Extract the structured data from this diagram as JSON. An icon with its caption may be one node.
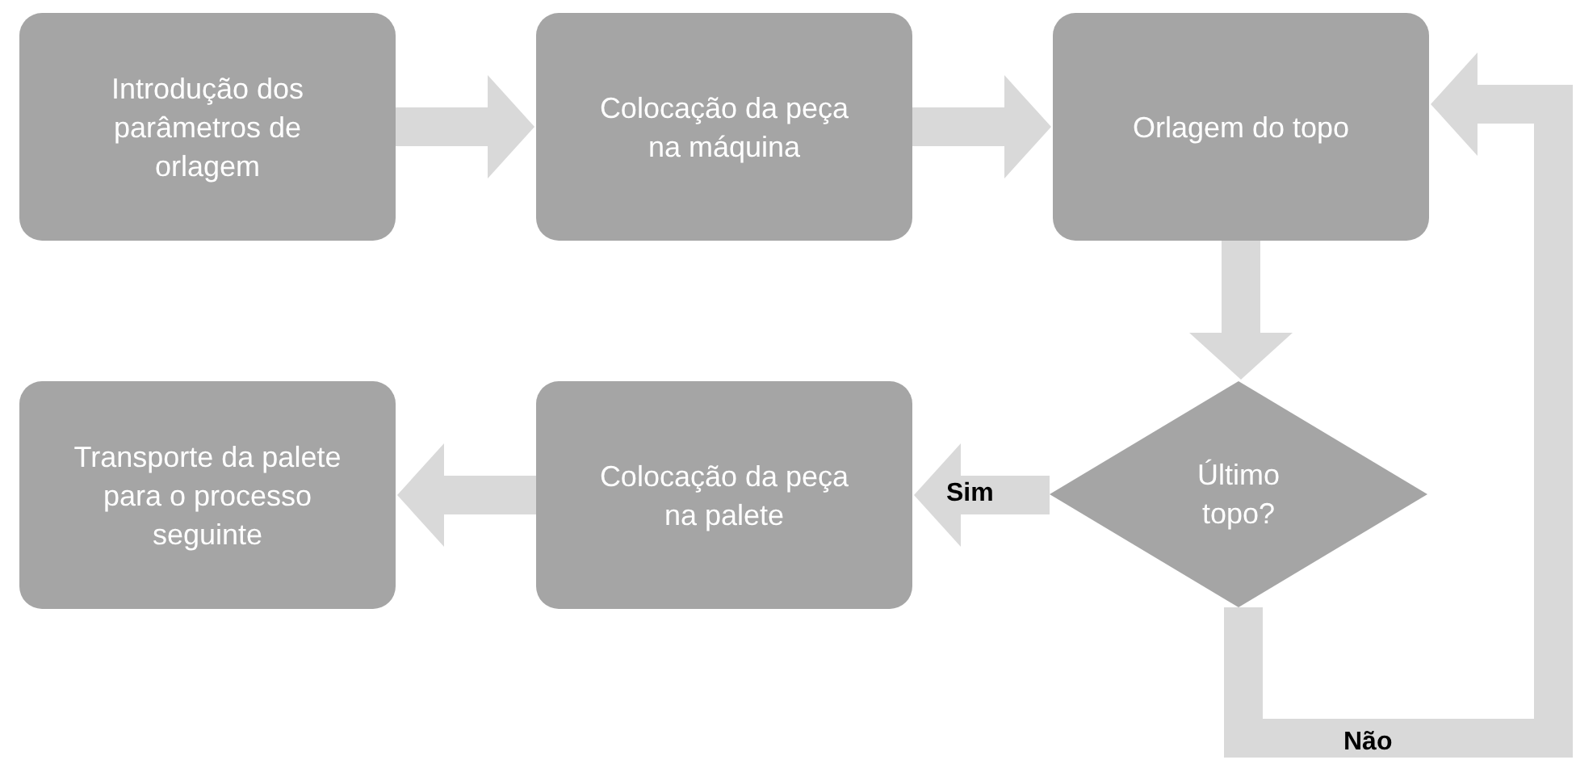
{
  "diagram": {
    "nodes": [
      {
        "text": [
          "Introdução dos parâmetros de orlagem"
        ]
      },
      {
        "text": [
          "Colocação da peça na máquina"
        ]
      },
      {
        "text": [
          "Orlagem do topo"
        ]
      },
      {
        "text": [
          "Último topo?"
        ]
      },
      {
        "text": [
          "Colocação da peça na palete"
        ]
      },
      {
        "text": [
          "Transporte da palete para o processo seguinte"
        ]
      }
    ],
    "edges": [
      {
        "from": 0,
        "to": 1,
        "arrow": "to"
      },
      {
        "from": 1,
        "to": 2,
        "arrow": "to"
      },
      {
        "from": 2,
        "to": 3,
        "arrow": "to"
      },
      {
        "from": 3,
        "to": 4,
        "arrow": "to",
        "label": "Sim"
      },
      {
        "from": 4,
        "to": 5,
        "arrow": "to"
      },
      {
        "from": 3,
        "to": 2,
        "arrow": "to",
        "label": "Não"
      }
    ]
  }
}
